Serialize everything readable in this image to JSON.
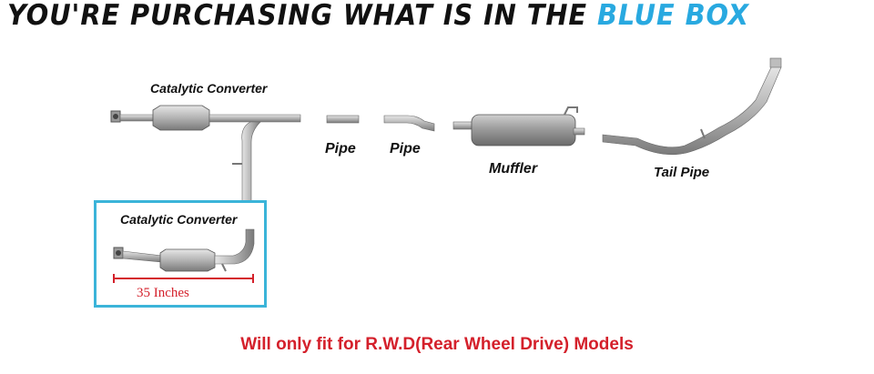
{
  "header": {
    "text_before": "YOU'RE PURCHASING WHAT IS IN THE ",
    "text_highlight": "BLUE BOX",
    "highlight_color": "#29a9e0"
  },
  "parts": {
    "catalytic_converter_main": "Catalytic Converter",
    "pipe_1": "Pipe",
    "pipe_2": "Pipe",
    "muffler": "Muffler",
    "tail_pipe": "Tail Pipe",
    "catalytic_converter_boxed": "Catalytic Converter"
  },
  "measurement": {
    "label": "35 Inches",
    "color": "#d4202b"
  },
  "footer": {
    "note": "Will only fit for R.W.D(Rear Wheel Drive) Models",
    "color": "#d4202b"
  },
  "box_color": "#3bb4d9"
}
